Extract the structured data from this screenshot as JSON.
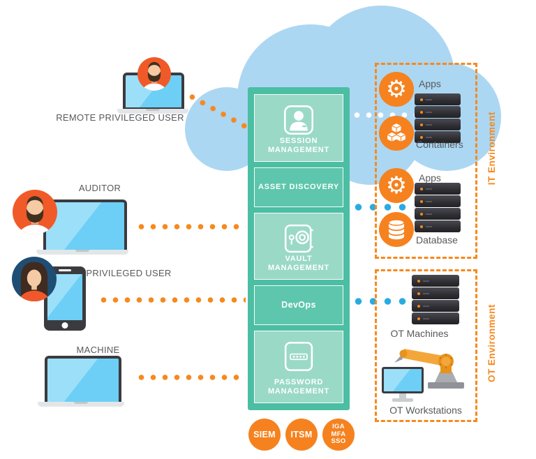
{
  "colors": {
    "accent_orange": "#F6891E",
    "deep_orange": "#F05A28",
    "teal_panel": "#4CBEA3",
    "teal_cell_light": "#9AD9C6",
    "teal_cell_medium": "#5EC6AC",
    "cloud_blue": "#ABD7F3",
    "link_blue": "#29ABE2",
    "screen_blue": "#6DCFF6",
    "device_dark": "#3B3B3F",
    "label_gray": "#58595B"
  },
  "users": [
    {
      "label": "REMOTE PRIVILEGED USER",
      "device": "laptop",
      "avatar": "bearded-man"
    },
    {
      "label": "AUDITOR",
      "device": "laptop",
      "avatar": "bearded-man"
    },
    {
      "label": "PRIVILEGED USER",
      "device": "smartphone",
      "avatar": "woman"
    },
    {
      "label": "MACHINE",
      "device": "laptop",
      "avatar": "none"
    }
  ],
  "platform": {
    "modules": [
      {
        "label": "SESSION\nMANAGEMENT",
        "icon": "session-user-icon"
      },
      {
        "label": "ASSET DISCOVERY",
        "icon": "none"
      },
      {
        "label": "VAULT\nMANAGEMENT",
        "icon": "vault-icon"
      },
      {
        "label": "DevOps",
        "icon": "none"
      },
      {
        "label": "PASSWORD\nMANAGEMENT",
        "icon": "password-icon"
      }
    ]
  },
  "integrations": [
    {
      "label": "SIEM"
    },
    {
      "label": "ITSM"
    },
    {
      "label": "IGA\nMFA\nSSO"
    }
  ],
  "it_environment": {
    "title": "IT Environment",
    "groups": [
      {
        "top_label": "Apps",
        "top_icon": "gear-icon",
        "bottom_label": "Containers",
        "bottom_icon": "containers-cubes-icon"
      },
      {
        "top_label": "Apps",
        "top_icon": "gear-icon",
        "bottom_label": "Database",
        "bottom_icon": "database-icon"
      }
    ]
  },
  "ot_environment": {
    "title": "OT Environment",
    "machines_label": "OT Machines",
    "workstations_label": "OT Workstations"
  }
}
